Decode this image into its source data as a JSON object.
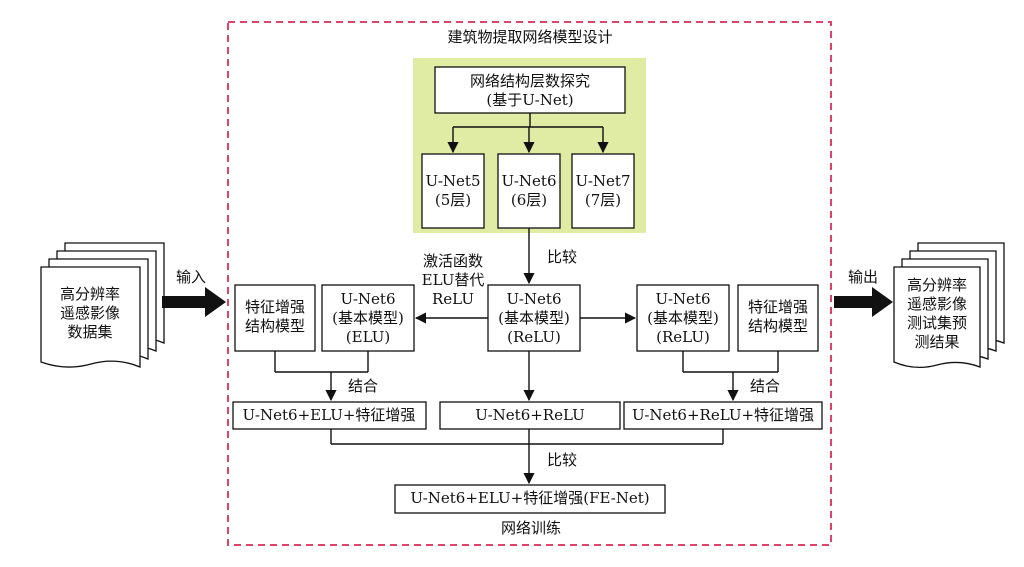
{
  "colors": {
    "dashed_frame": "#dd4468",
    "highlight_panel": "#e0eba3",
    "line": "#111111",
    "arrow_fill": "#111111"
  },
  "labels": {
    "frame_title": "建筑物提取网络模型设计",
    "frame_footer": "网络训练",
    "network_explore": "网络结构层数探究\n(基于U-Net)",
    "unet5": "U-Net5\n(5层)",
    "unet6": "U-Net6\n(6层)",
    "unet7": "U-Net7\n(7层)",
    "compare_top": "比较",
    "elu_note": "激活函数\nELU替代\nReLU",
    "feature_left": "特征增强\n结构模型",
    "unet6_elu": "U-Net6\n(基本模型)\n(ELU)",
    "unet6_relu_center": "U-Net6\n(基本模型)\n(ReLU)",
    "unet6_relu_right": "U-Net6\n(基本模型)\n(ReLU)",
    "feature_right": "特征增强\n结构模型",
    "combine_left": "结合",
    "combine_right": "结合",
    "combo_left": "U-Net6+ELU+特征增强",
    "combo_center": "U-Net6+ReLU",
    "combo_right": "U-Net6+ReLU+特征增强",
    "compare_bottom": "比较",
    "final": "U-Net6+ELU+特征增强(FE-Net)",
    "input_doc": "高分辨率\n遥感影像\n数据集",
    "input_label": "输入",
    "output_label": "输出",
    "output_doc": "高分辨率\n遥感影像\n测试集预\n测结果"
  }
}
